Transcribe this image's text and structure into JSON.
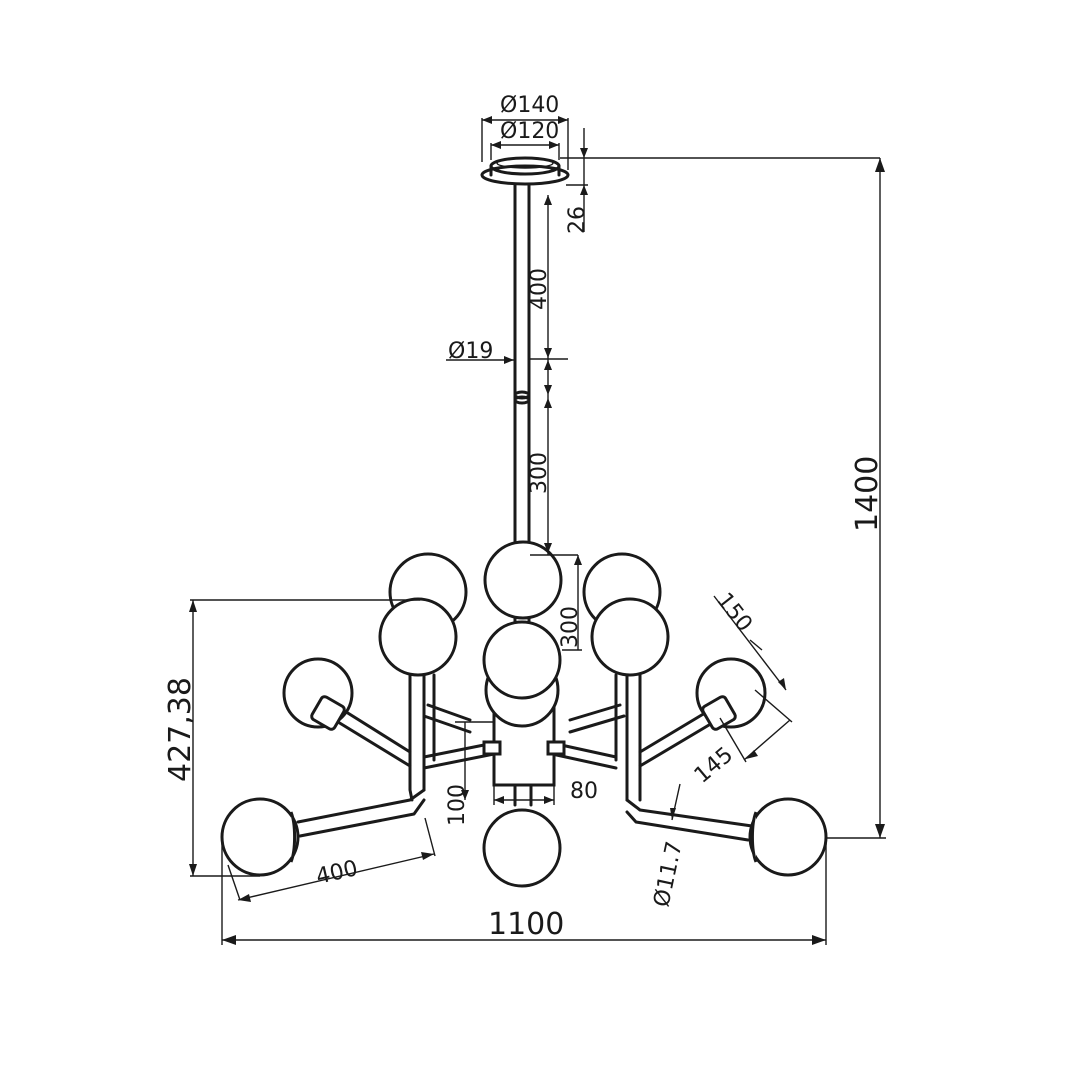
{
  "dimensions": {
    "canopy_outer": "Ø140",
    "canopy_inner": "Ø120",
    "canopy_height": "26",
    "rod_diameter": "Ø19",
    "rod_upper": "400",
    "rod_lower": "300",
    "center_drop": "300",
    "total_height": "1400",
    "tier_height": "427,38",
    "arm_length": "400",
    "total_width": "1100",
    "hub_width": "80",
    "hub_height": "100",
    "globe_diameter": "150",
    "arm_spread": "145",
    "arm_tube": "Ø11.7"
  }
}
